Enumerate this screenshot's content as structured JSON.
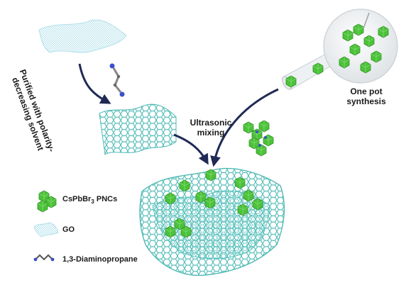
{
  "labels": {
    "purified_line1": "Purified with polarity-",
    "purified_line2": "decreasing solvent",
    "ultrasonic_line1": "Ultrasonic",
    "ultrasonic_line2": "mixing",
    "onepot_line1": "One pot",
    "onepot_line2": "synthesis"
  },
  "legend": {
    "cspbbr3_prefix": "CsPbBr",
    "cspbbr3_sub": "3",
    "cspbbr3_suffix": " PNCs",
    "go": "GO",
    "dap": "1,3-Diaminopropane"
  },
  "colors": {
    "go_sheet": "#7fd6d0",
    "go_sheet_dark": "#4fbab5",
    "crystal_green": "#4cc23a",
    "crystal_dark": "#2f8f24",
    "arrow": "#1f2a55",
    "molecule_n": "#3b50c8",
    "flask_glass": "#d9dde0"
  },
  "icons": {
    "crystal": "cspbbr3-crystal-icon",
    "go": "go-sheet-icon",
    "dap": "diaminopropane-icon",
    "flask": "flask-icon"
  }
}
